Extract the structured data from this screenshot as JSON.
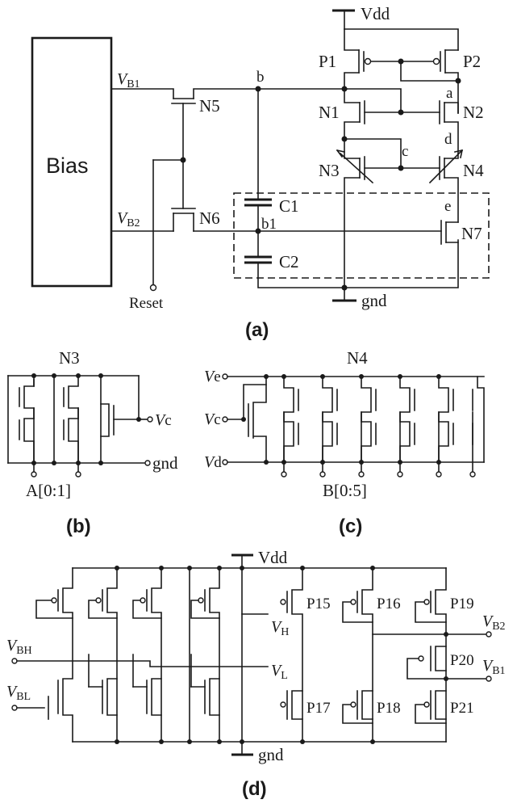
{
  "panel_a": {
    "caption": "(a)",
    "bias_label": "Bias",
    "vb1_main": "V",
    "vb1_sub": "B1",
    "vb2_main": "V",
    "vb2_sub": "B2",
    "reset": "Reset",
    "vdd": "Vdd",
    "gnd": "gnd",
    "transistors": [
      "P1",
      "P2",
      "N1",
      "N2",
      "N3",
      "N4",
      "N5",
      "N6",
      "N7"
    ],
    "capacitors": [
      "C1",
      "C2"
    ],
    "nodes": [
      "b",
      "a",
      "c",
      "e",
      "d",
      "b1"
    ]
  },
  "panel_b": {
    "caption": "(b)",
    "title": "N3",
    "vc_main": "V",
    "vc_sub": "c",
    "gnd": "gnd",
    "bus": "A[0:1]"
  },
  "panel_c": {
    "caption": "(c)",
    "title": "N4",
    "ve_main": "V",
    "ve_sub": "e",
    "vc_main": "V",
    "vc_sub": "c",
    "vd_main": "V",
    "vd_sub": "d",
    "bus": "B[0:5]"
  },
  "panel_d": {
    "caption": "(d)",
    "vdd": "Vdd",
    "gnd": "gnd",
    "vbh_main": "V",
    "vbh_sub": "BH",
    "vbl_main": "V",
    "vbl_sub": "BL",
    "vh_main": "V",
    "vh_sub": "H",
    "vl_main": "V",
    "vl_sub": "L",
    "vb2_main": "V",
    "vb2_sub": "B2",
    "vb1_main": "V",
    "vb1_sub": "B1",
    "transistors": [
      "P15",
      "P16",
      "P19",
      "P17",
      "P18",
      "P21",
      "P20"
    ]
  }
}
